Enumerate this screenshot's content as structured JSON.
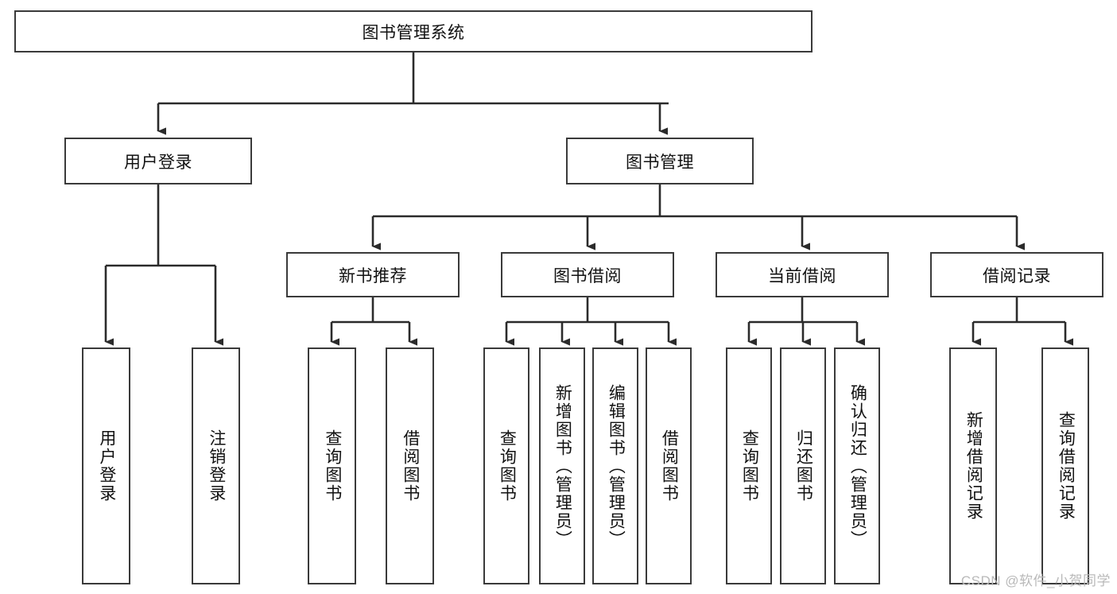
{
  "diagram": {
    "title": "图书管理系统",
    "type": "tree-hierarchy-diagram",
    "colors": {
      "box_border": "#3a3a3a",
      "box_fill": "#ffffff",
      "connector": "#2b2b2b",
      "text": "#111111",
      "watermark": "#b9b9b9",
      "background": "#ffffff"
    },
    "root": {
      "label": "图书管理系统"
    },
    "level2": [
      {
        "label": "用户登录"
      },
      {
        "label": "图书管理"
      }
    ],
    "level3": [
      {
        "label": "新书推荐"
      },
      {
        "label": "图书借阅"
      },
      {
        "label": "当前借阅"
      },
      {
        "label": "借阅记录"
      }
    ],
    "leaves": {
      "user_login": [
        {
          "label": "用户登录"
        },
        {
          "label": "注销登录"
        }
      ],
      "new_book_recommend": [
        {
          "label": "查询图书"
        },
        {
          "label": "借阅图书"
        }
      ],
      "book_borrow": [
        {
          "label": "查询图书"
        },
        {
          "label": "新增图书（管理员）"
        },
        {
          "label": "编辑图书（管理员）"
        },
        {
          "label": "借阅图书"
        }
      ],
      "current_borrow": [
        {
          "label": "查询图书"
        },
        {
          "label": "归还图书"
        },
        {
          "label": "确认归还（管理员）"
        }
      ],
      "borrow_record": [
        {
          "label": "新增借阅记录"
        },
        {
          "label": "查询借阅记录"
        }
      ]
    },
    "watermark": "CSDN @软件_小贺同学"
  }
}
